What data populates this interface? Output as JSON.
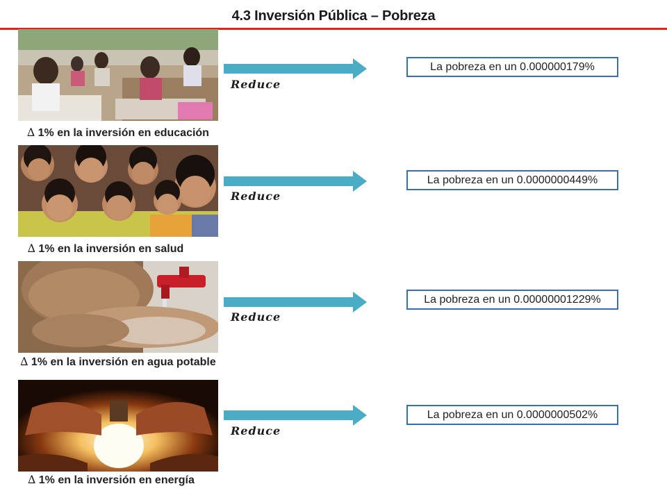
{
  "page": {
    "title": "4.3 Inversión Pública – Pobreza",
    "accent_color": "#d9261c",
    "box_border_color": "#2e74b5",
    "arrow_color": "#4bacc6"
  },
  "rows": [
    {
      "caption_delta": "∆",
      "caption": " 1% en la inversión en educación",
      "verb": "Reduce",
      "result": "La pobreza en un 0.000000179%",
      "photo_icon": "classroom-students-photo"
    },
    {
      "caption_delta": "∆",
      "caption": " 1% en la inversión en salud",
      "verb": "Reduce",
      "result": "La pobreza en un 0.0000000449%",
      "photo_icon": "smiling-children-photo"
    },
    {
      "caption_delta": "∆",
      "caption": " 1% en la inversión en agua potable",
      "verb": "Reduce",
      "result": "La pobreza en un 0.00000001229%",
      "photo_icon": "child-drinking-tap-water-photo"
    },
    {
      "caption_delta": "∆",
      "caption": " 1% en la inversión en energía",
      "verb": "Reduce",
      "result": "La pobreza en un 0.0000000502%",
      "photo_icon": "hands-holding-light-bulb-photo"
    }
  ]
}
